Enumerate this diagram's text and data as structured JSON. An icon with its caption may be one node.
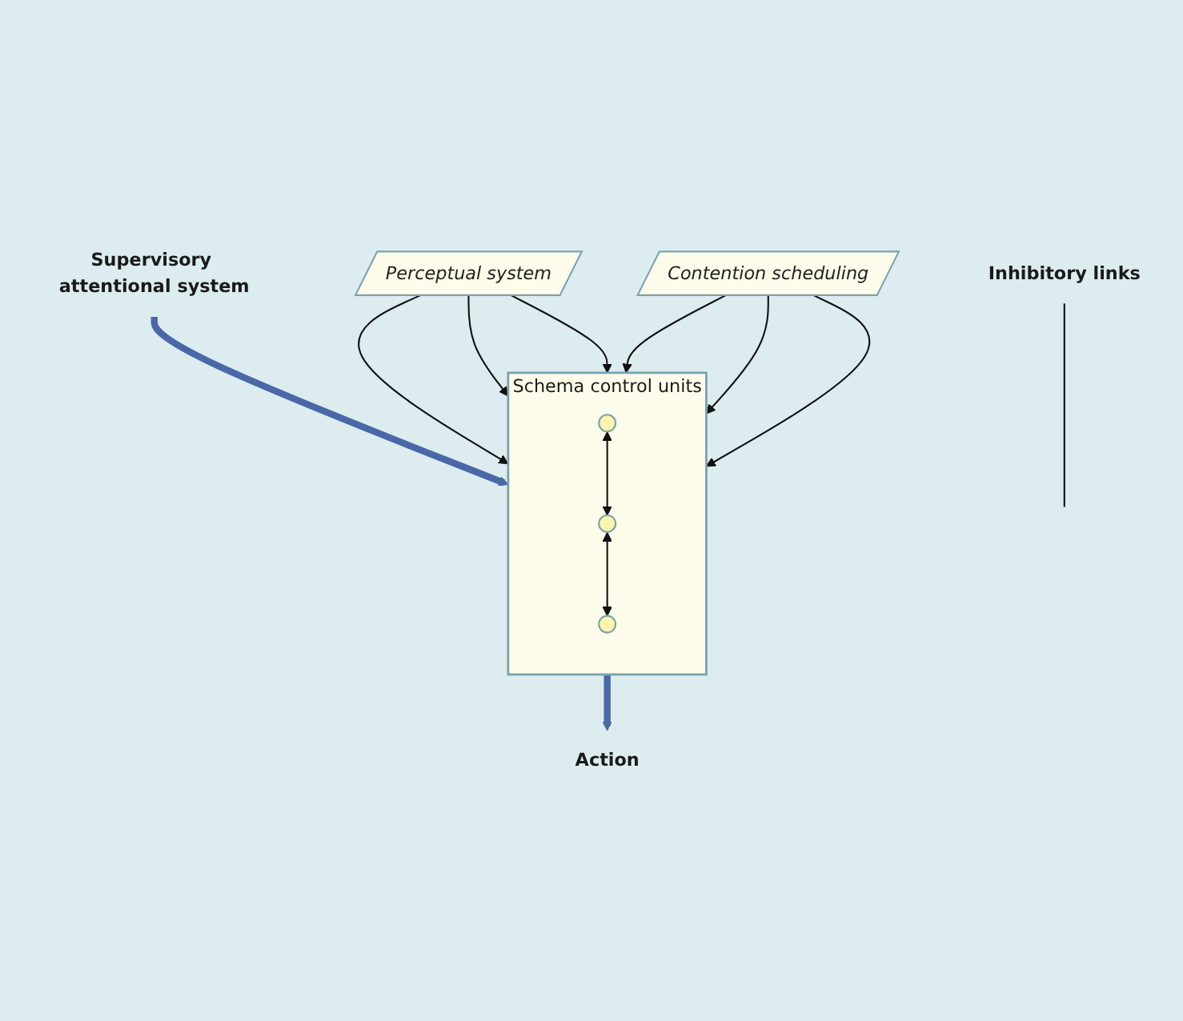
{
  "diagram": {
    "nodes": [
      {
        "text": [
          "Supervisory attentional system"
        ]
      },
      {
        "text": [
          "Perceptual system"
        ]
      },
      {
        "text": [
          "Schema control units"
        ]
      },
      {
        "text": [
          "Contention scheduling"
        ]
      },
      {
        "text": [],
        "shape": "circle",
        "in": 2
      },
      {
        "text": [],
        "shape": "circle",
        "in": 2
      },
      {
        "text": [],
        "shape": "circle",
        "in": 2
      },
      {
        "text": [
          "Inhibitory links"
        ]
      },
      {
        "text": [
          "Action"
        ]
      }
    ],
    "edges": [
      {
        "from": 0,
        "to": 2,
        "arrow": "to",
        "style": "thick",
        "color": "#4a68a8"
      },
      {
        "from": 1,
        "to": 2,
        "arrow": "to"
      },
      {
        "from": 1,
        "to": 2,
        "arrow": "to"
      },
      {
        "from": 1,
        "to": 2,
        "arrow": "to"
      },
      {
        "from": 3,
        "to": 2,
        "arrow": "to"
      },
      {
        "from": 3,
        "to": 2,
        "arrow": "to"
      },
      {
        "from": 3,
        "to": 2,
        "arrow": "to"
      },
      {
        "from": 4,
        "to": 5,
        "arrow": "both"
      },
      {
        "from": 5,
        "to": 6,
        "arrow": "both"
      },
      {
        "from": 7,
        "to": null,
        "arrow": "none"
      },
      {
        "from": 2,
        "to": 8,
        "arrow": "to",
        "style": "thick",
        "color": "#4a68a8"
      }
    ]
  }
}
